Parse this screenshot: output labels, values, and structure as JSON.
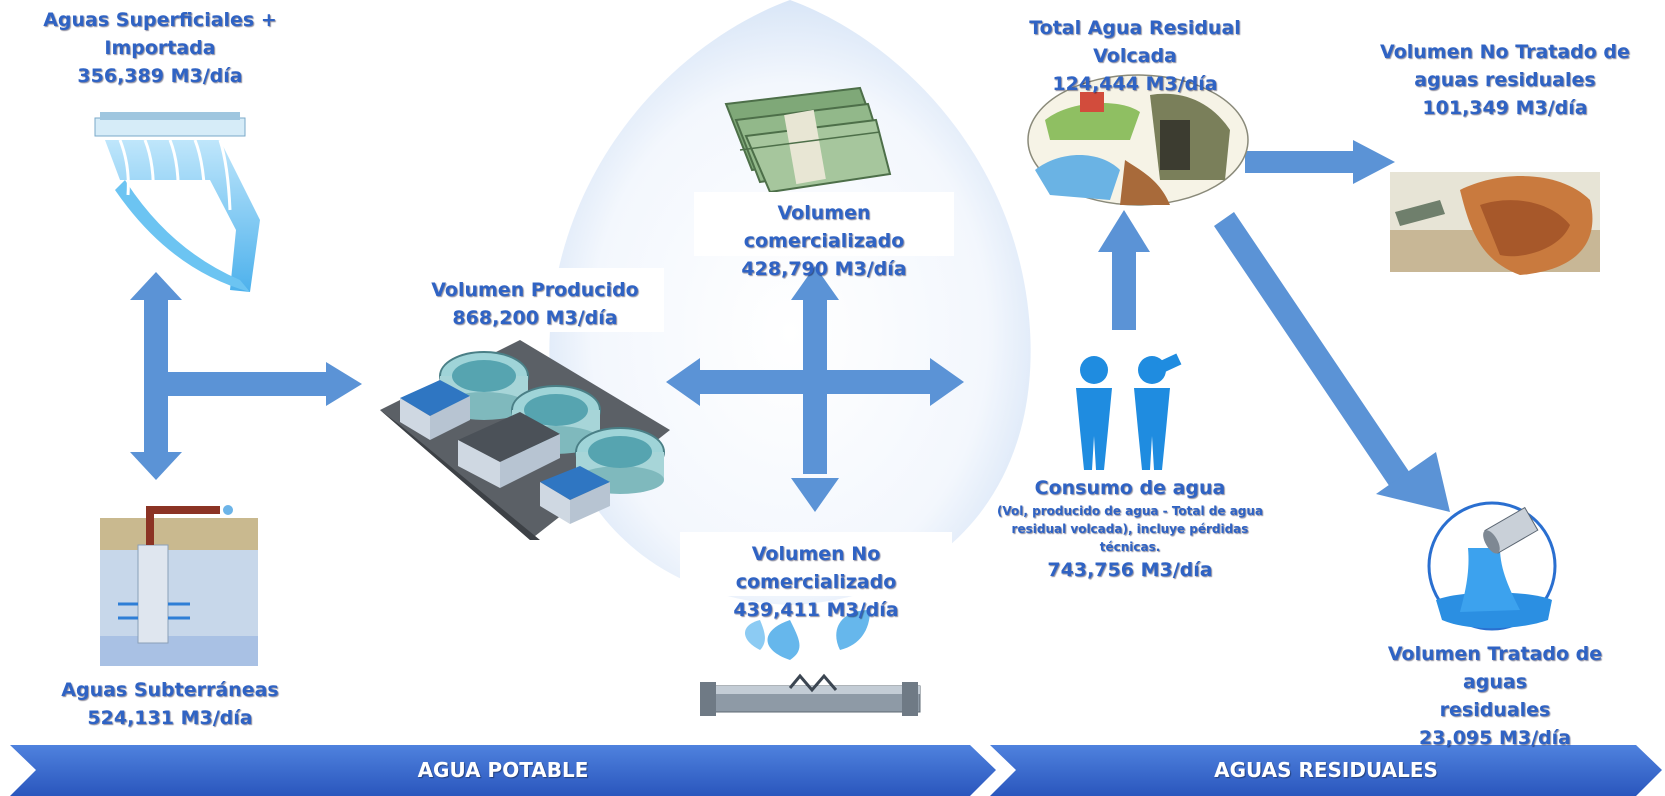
{
  "nodes": {
    "surface": {
      "title": "Aguas Superficiales + Importada",
      "value": "356,389   M3/día"
    },
    "groundwater": {
      "title": "Aguas Subterráneas",
      "value": "524,131   M3/día"
    },
    "produced": {
      "title": "Volumen Producido",
      "value": "868,200   M3/día"
    },
    "commercialized": {
      "title": "Volumen comercializado",
      "value": "428,790   M3/día"
    },
    "non_commercialized": {
      "title": "Volumen  No comercializado",
      "value": "439,411   M3/día"
    },
    "consumption": {
      "title": "Consumo de agua",
      "note_1": "(Vol, producido de agua - Total de agua",
      "note_2": "residual volcada), incluye pérdidas técnicas.",
      "value": "743,756   M3/día"
    },
    "wastewater_total": {
      "title": "Total Agua Residual Volcada",
      "value": "124,444   M3/día"
    },
    "untreated": {
      "title_1": "Volumen No Tratado de",
      "title_2": "aguas residuales",
      "value": "101,349   M3/día"
    },
    "treated": {
      "title_1": "Volumen Tratado de aguas",
      "title_2": "residuales",
      "value": "23,095   M3/día"
    }
  },
  "banners": {
    "potable": "AGUA POTABLE",
    "wastewater": "AGUAS RESIDUALES"
  },
  "colors": {
    "label_text": "#2f63c4",
    "arrow": "#5b93d6",
    "banner": "#2f5fc7",
    "water": "#5fb8ee"
  },
  "icons": [
    "dam-spillway-icon",
    "groundwater-well-icon",
    "treatment-plant-icon",
    "money-stack-icon",
    "leaking-pipe-icon",
    "people-drinking-icon",
    "sewage-outfall-icon",
    "untreated-discharge-icon",
    "treated-discharge-icon"
  ]
}
